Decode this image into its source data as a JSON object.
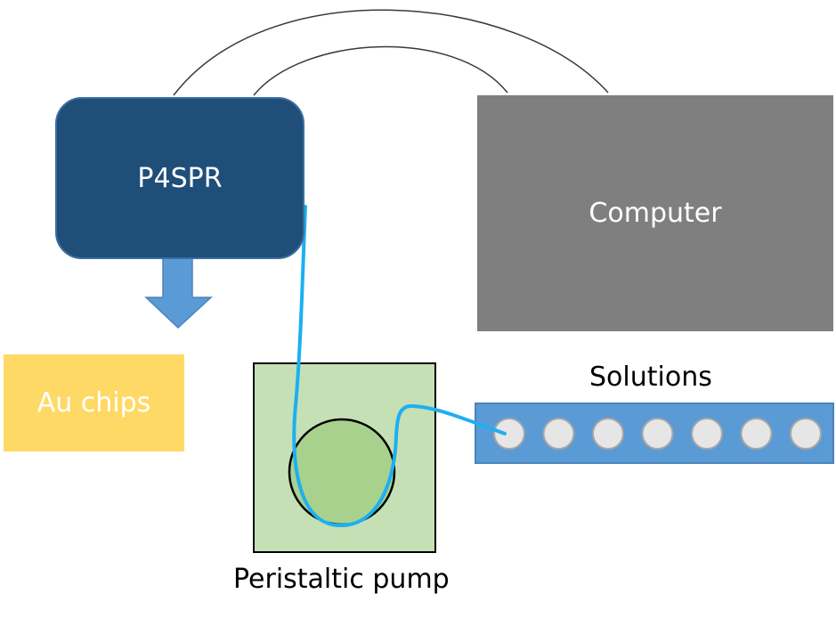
{
  "p4spr": {
    "label": "P4SPR",
    "color": "#1f4e79"
  },
  "computer": {
    "label": "Computer",
    "color": "#7f7f7f"
  },
  "au_chips": {
    "label": "Au chips",
    "color": "#ffd966"
  },
  "solutions": {
    "label": "Solutions",
    "color": "#5b9bd5",
    "well_count": 7
  },
  "pump": {
    "label": "Peristaltic pump",
    "color": "#c5e0b4"
  },
  "tubing": {
    "color": "#1cb0f0"
  },
  "arrow": {
    "color": "#5b9bd5"
  }
}
